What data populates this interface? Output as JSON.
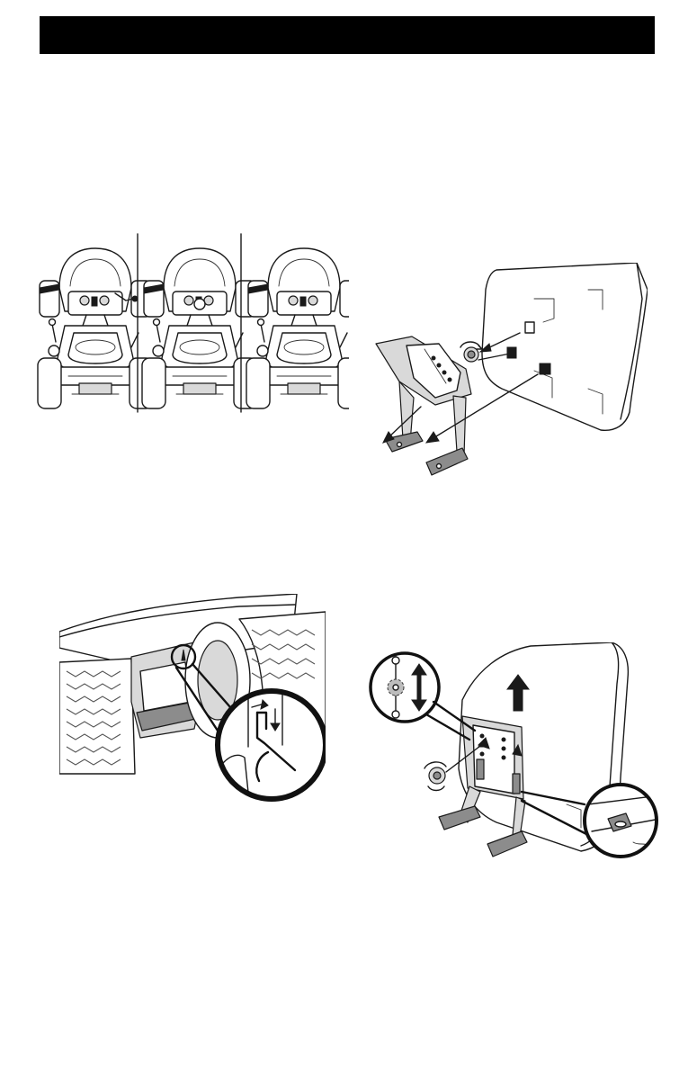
{
  "page": {
    "header_bar_color": "#000000"
  },
  "figures": [
    {
      "id": "tractor-variants",
      "icon": "riding-mower-top-view-icon",
      "count": 3
    },
    {
      "id": "seat-bracket-removal",
      "icon": "seat-bracket-removal-icon"
    },
    {
      "id": "wheel-hook-detail",
      "icon": "wheel-hook-detail-icon"
    },
    {
      "id": "seat-adjust",
      "icon": "seat-adjust-icon"
    }
  ]
}
